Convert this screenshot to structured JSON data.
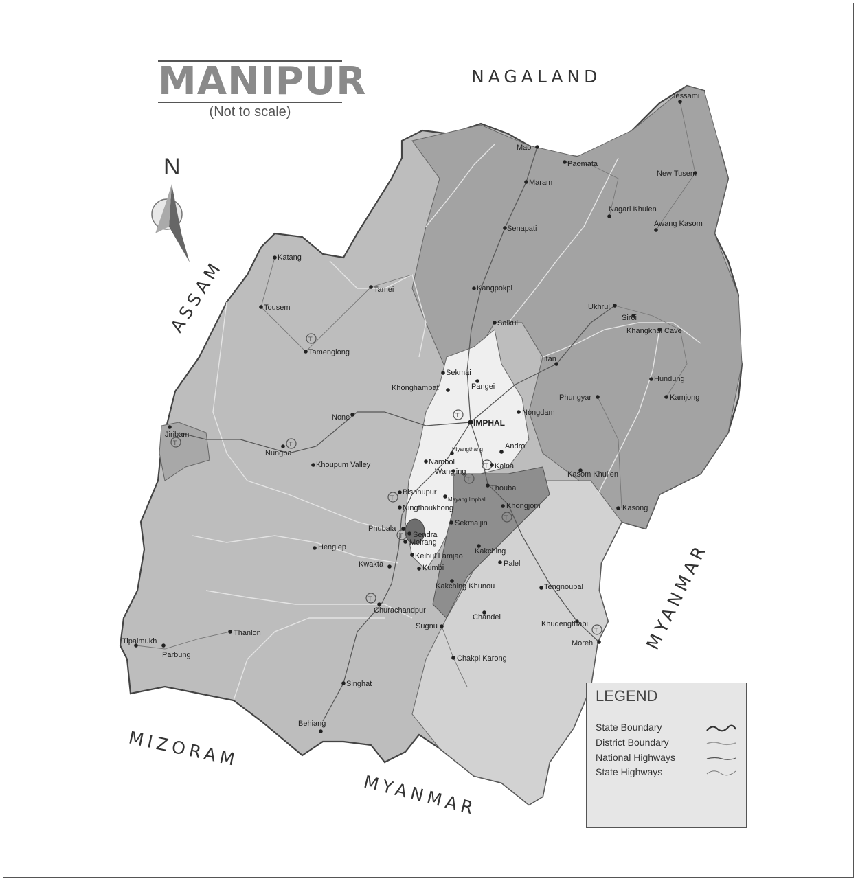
{
  "title": "MANIPUR",
  "subtitle": "(Not to scale)",
  "north_label": "N",
  "neighbors": {
    "north": "NAGALAND",
    "west": "ASSAM",
    "southwest": "MIZORAM",
    "south": "MYANMAR",
    "east": "MYANMAR"
  },
  "legend": {
    "title": "LEGEND",
    "items": [
      {
        "label": "State Boundary",
        "line": "state"
      },
      {
        "label": "District Boundary",
        "line": "district"
      },
      {
        "label": "National Highways",
        "line": "nh"
      },
      {
        "label": "State Highways",
        "line": "sh"
      }
    ]
  },
  "places": [
    {
      "name": "Jessami",
      "major": false
    },
    {
      "name": "Mao",
      "major": false
    },
    {
      "name": "Paomata",
      "major": false
    },
    {
      "name": "Maram",
      "major": false
    },
    {
      "name": "New Tusem",
      "major": false
    },
    {
      "name": "Nagari Khulen",
      "major": false
    },
    {
      "name": "Awang Kasom",
      "major": false
    },
    {
      "name": "Senapati",
      "major": false
    },
    {
      "name": "Katang",
      "major": false
    },
    {
      "name": "Tamei",
      "major": false
    },
    {
      "name": "Kangpokpi",
      "major": false
    },
    {
      "name": "Ukhrul",
      "major": false
    },
    {
      "name": "Siroi",
      "major": false
    },
    {
      "name": "Khangkhul Cave",
      "major": false
    },
    {
      "name": "Tousem",
      "major": false
    },
    {
      "name": "Saikul",
      "major": false
    },
    {
      "name": "Tamenglong",
      "major": false
    },
    {
      "name": "Litan",
      "major": false
    },
    {
      "name": "Sekmai",
      "major": false
    },
    {
      "name": "Pangei",
      "major": false
    },
    {
      "name": "Hundung",
      "major": false
    },
    {
      "name": "Khonghampat",
      "major": false
    },
    {
      "name": "Kamjong",
      "major": false
    },
    {
      "name": "Phungyar",
      "major": false
    },
    {
      "name": "None",
      "major": false
    },
    {
      "name": "Nongdam",
      "major": false
    },
    {
      "name": "IMPHAL",
      "major": true
    },
    {
      "name": "Jiribam",
      "major": false
    },
    {
      "name": "Nungba",
      "major": false
    },
    {
      "name": "Hiyangthang",
      "major": false
    },
    {
      "name": "Andro",
      "major": false
    },
    {
      "name": "Khoupum Valley",
      "major": false
    },
    {
      "name": "Nambol",
      "major": false
    },
    {
      "name": "Kaina",
      "major": false
    },
    {
      "name": "Wangjing",
      "major": false
    },
    {
      "name": "Kasom Khullen",
      "major": false
    },
    {
      "name": "Thoubal",
      "major": false
    },
    {
      "name": "Bishnupur",
      "major": false
    },
    {
      "name": "Mayang Imphal",
      "major": false
    },
    {
      "name": "Ningthoukhong",
      "major": false
    },
    {
      "name": "Khongjom",
      "major": false
    },
    {
      "name": "Kasong",
      "major": false
    },
    {
      "name": "Sekmaijin",
      "major": false
    },
    {
      "name": "Phubala",
      "major": false
    },
    {
      "name": "Sendra",
      "major": false
    },
    {
      "name": "Moirang",
      "major": false
    },
    {
      "name": "Henglep",
      "major": false
    },
    {
      "name": "Kakching",
      "major": false
    },
    {
      "name": "Keibul Lamjao",
      "major": false
    },
    {
      "name": "Palel",
      "major": false
    },
    {
      "name": "Kwakta",
      "major": false
    },
    {
      "name": "Kumbi",
      "major": false
    },
    {
      "name": "Kakching Khunou",
      "major": false
    },
    {
      "name": "Tengnoupal",
      "major": false
    },
    {
      "name": "Churachandpur",
      "major": false
    },
    {
      "name": "Chandel",
      "major": false
    },
    {
      "name": "Khudengthabi",
      "major": false
    },
    {
      "name": "Sugnu",
      "major": false
    },
    {
      "name": "Moreh",
      "major": false
    },
    {
      "name": "Thanlon",
      "major": false
    },
    {
      "name": "Tipaimukh",
      "major": false
    },
    {
      "name": "Parbung",
      "major": false
    },
    {
      "name": "Chakpi Karong",
      "major": false
    },
    {
      "name": "Singhat",
      "major": false
    },
    {
      "name": "Behiang",
      "major": false
    }
  ],
  "colors": {
    "state_fill": "#bdbdbd",
    "district_dark": "#9e9e9e",
    "valley": "#ededed",
    "lake": "#7a7a7a",
    "outline": "#444444"
  }
}
